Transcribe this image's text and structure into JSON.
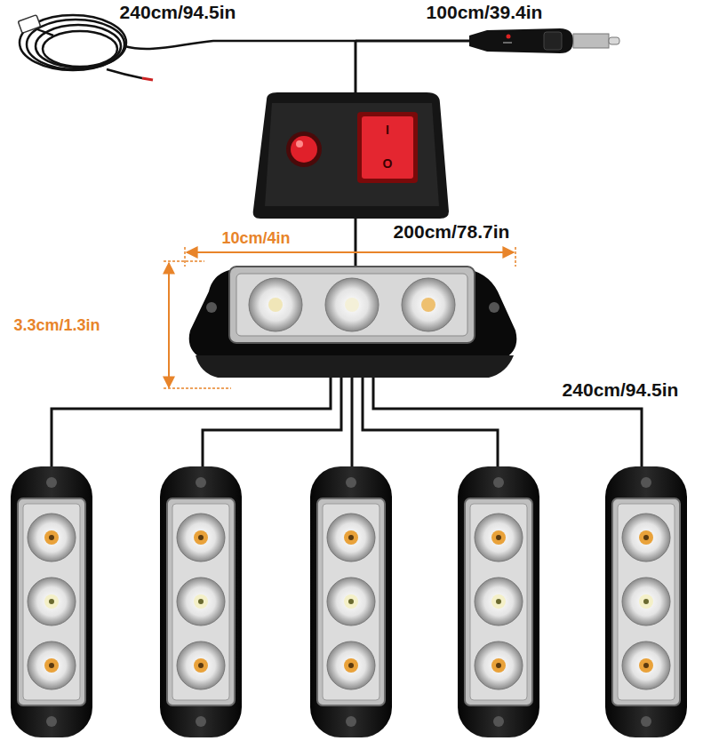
{
  "diagram": {
    "labels": [
      "240cm/94.5in",
      "100cm/39.4in",
      "I",
      "O",
      "200cm/78.7in",
      "10cm/4in",
      "3.3cm/1.3in",
      "240cm/94.5in"
    ]
  }
}
